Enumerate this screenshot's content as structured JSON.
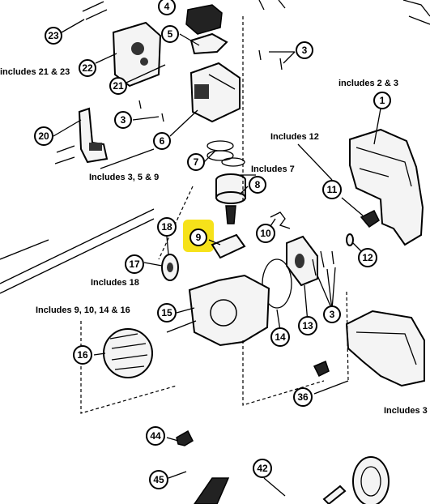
{
  "callouts": [
    {
      "id": "c23",
      "label": "23"
    },
    {
      "id": "c22",
      "label": "22"
    },
    {
      "id": "c21",
      "label": "21"
    },
    {
      "id": "c5",
      "label": "5"
    },
    {
      "id": "c4",
      "label": "4"
    },
    {
      "id": "c3a",
      "label": "3"
    },
    {
      "id": "c3b",
      "label": "3"
    },
    {
      "id": "c3c",
      "label": "3"
    },
    {
      "id": "c6",
      "label": "6"
    },
    {
      "id": "c20",
      "label": "20"
    },
    {
      "id": "c7",
      "label": "7"
    },
    {
      "id": "c8",
      "label": "8"
    },
    {
      "id": "c1",
      "label": "1"
    },
    {
      "id": "c11",
      "label": "11"
    },
    {
      "id": "c10",
      "label": "10"
    },
    {
      "id": "c12",
      "label": "12"
    },
    {
      "id": "c18",
      "label": "18"
    },
    {
      "id": "c9",
      "label": "9"
    },
    {
      "id": "c17",
      "label": "17"
    },
    {
      "id": "c15",
      "label": "15"
    },
    {
      "id": "c14",
      "label": "14"
    },
    {
      "id": "c13",
      "label": "13"
    },
    {
      "id": "c16",
      "label": "16"
    },
    {
      "id": "c36",
      "label": "36"
    },
    {
      "id": "c44",
      "label": "44"
    },
    {
      "id": "c45",
      "label": "45"
    },
    {
      "id": "c42",
      "label": "42"
    }
  ],
  "notes": {
    "includes_21_23": "includes 21 & 23",
    "includes_2_3": "includes 2 & 3",
    "includes_12": "Includes 12",
    "includes_3_5_9": "Includes 3, 5 & 9",
    "includes_7": "Includes 7",
    "includes_18": "Includes 18",
    "includes_9_10_14_16": "Includes 9, 10, 14 & 16",
    "includes_3_right": "Includes 3"
  },
  "highlight_color": "#f6e21a"
}
